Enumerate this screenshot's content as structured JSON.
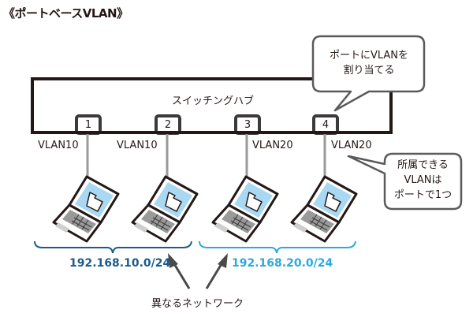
{
  "title": "《ポートベースVLAN》",
  "hub": {
    "label": "スイッチングハブ",
    "ports": [
      {
        "number": "1",
        "vlan": "VLAN10"
      },
      {
        "number": "2",
        "vlan": "VLAN10"
      },
      {
        "number": "3",
        "vlan": "VLAN20"
      },
      {
        "number": "4",
        "vlan": "VLAN20"
      }
    ]
  },
  "callouts": {
    "assign": {
      "line1": "ポートにVLANを",
      "line2": "割り当てる"
    },
    "membership": {
      "line1": "所属できる",
      "line2": "VLANは",
      "line3": "ポートで1つ"
    }
  },
  "networks": [
    {
      "label": "192.168.10.0/24",
      "color": "#1a5b8c"
    },
    {
      "label": "192.168.20.0/24",
      "color": "#2aa9e0"
    }
  ],
  "caption": "異なるネットワーク",
  "colors": {
    "outline": "#231815",
    "cable": "#9a9a9a",
    "screen": "#a9d8f2",
    "keyboard": "#9a9a9a",
    "arrow": "#4a4a4a"
  }
}
